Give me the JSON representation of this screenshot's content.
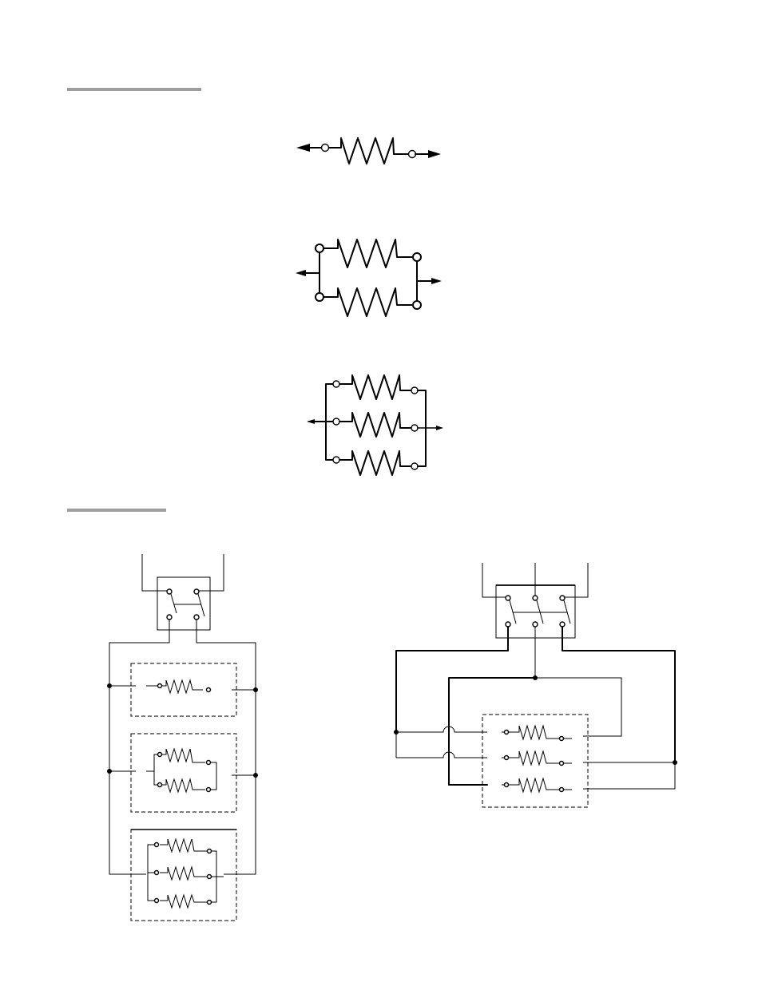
{
  "document": {
    "heading_rules": [
      "section-rule-1",
      "section-rule-2"
    ]
  },
  "figures": {
    "single_element": {
      "elements": 1
    },
    "two_parallel_elements": {
      "elements": 2
    },
    "three_parallel_elements": {
      "elements": 3
    },
    "two_pole_switch_wiring": {
      "switch_poles": 2,
      "heater_blocks": 3
    },
    "three_pole_switch_wiring": {
      "switch_poles": 3,
      "heater_blocks": 1
    }
  },
  "colors": {
    "rule": "#9e9e9e",
    "line": "#000000",
    "background": "#ffffff"
  }
}
